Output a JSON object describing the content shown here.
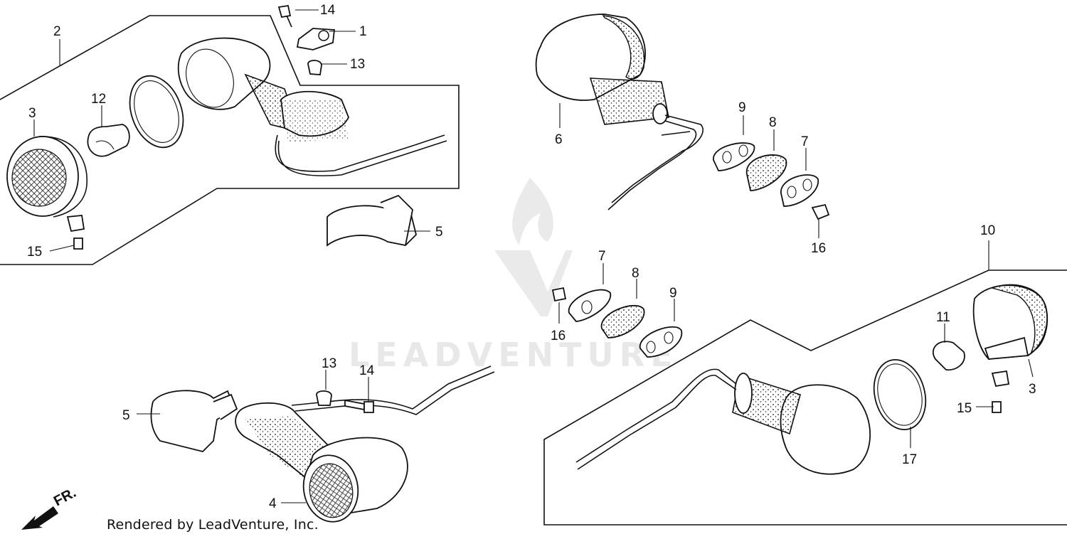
{
  "footer_text": "Rendered by LeadVenture, Inc.",
  "watermark_text": "LEADVENTURE",
  "front_indicator": "FR.",
  "callouts": [
    {
      "id": "c2",
      "label": "2"
    },
    {
      "id": "c3a",
      "label": "3"
    },
    {
      "id": "c12",
      "label": "12"
    },
    {
      "id": "c14a",
      "label": "14"
    },
    {
      "id": "c1",
      "label": "1"
    },
    {
      "id": "c13a",
      "label": "13"
    },
    {
      "id": "c15a",
      "label": "15"
    },
    {
      "id": "c5a",
      "label": "5"
    },
    {
      "id": "c6",
      "label": "6"
    },
    {
      "id": "c9a",
      "label": "9"
    },
    {
      "id": "c8a",
      "label": "8"
    },
    {
      "id": "c7a",
      "label": "7"
    },
    {
      "id": "c16a",
      "label": "16"
    },
    {
      "id": "c10",
      "label": "10"
    },
    {
      "id": "c7b",
      "label": "7"
    },
    {
      "id": "c8b",
      "label": "8"
    },
    {
      "id": "c9b",
      "label": "9"
    },
    {
      "id": "c16b",
      "label": "16"
    },
    {
      "id": "c11",
      "label": "11"
    },
    {
      "id": "c3b",
      "label": "3"
    },
    {
      "id": "c15b",
      "label": "15"
    },
    {
      "id": "c17",
      "label": "17"
    },
    {
      "id": "c13b",
      "label": "13"
    },
    {
      "id": "c14b",
      "label": "14"
    },
    {
      "id": "c5b",
      "label": "5"
    },
    {
      "id": "c4",
      "label": "4"
    }
  ]
}
